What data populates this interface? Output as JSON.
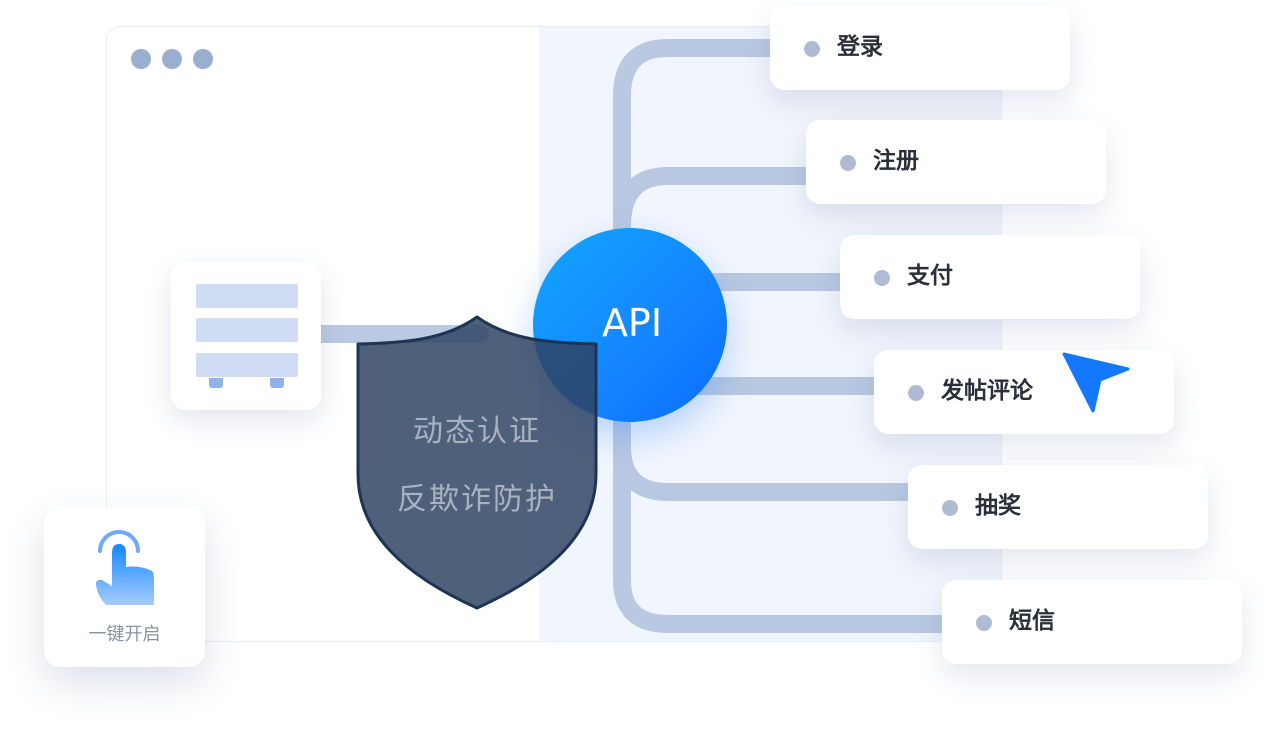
{
  "window": {
    "controls": [
      "dot-icon",
      "dot-icon",
      "dot-icon"
    ],
    "colors": {
      "window_dot": "#9aaed1",
      "right_panel": "#f1f5fd",
      "link_line": "#b3c4df"
    }
  },
  "api": {
    "label": "API",
    "color_start": "#12a6ff",
    "color_end": "#0a6dff"
  },
  "shield": {
    "line1": "动态认证",
    "line2": "反欺诈防护",
    "fill": "#2d4262"
  },
  "functions": [
    {
      "label": "登录"
    },
    {
      "label": "注册"
    },
    {
      "label": "支付"
    },
    {
      "label": "发帖评论"
    },
    {
      "label": "抽奖"
    },
    {
      "label": "短信"
    }
  ],
  "cursor": {
    "icon": "pointer-arrow-icon",
    "color": "#1478ff"
  },
  "onekey": {
    "label": "一键开启",
    "icon": "tap-hand-icon"
  },
  "server": {
    "icon": "server-stack-icon",
    "bar_color": "#cfdcf4",
    "foot_color": "#8fb2ec"
  }
}
